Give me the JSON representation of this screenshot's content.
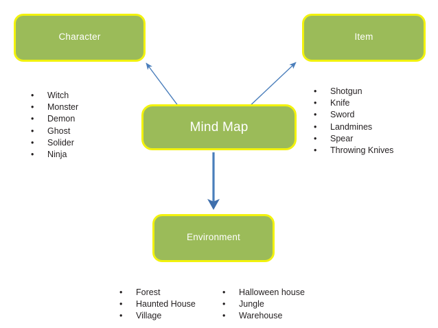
{
  "title": "Mind Map",
  "colors": {
    "node_fill": "#9BBB59",
    "node_border": "#F2F20D",
    "node_text": "#FFFFFF",
    "arrow_thin": "#4A7EBB",
    "arrow_thick": "#4A7EBB",
    "list_text": "#231F20",
    "background": "#FFFFFF"
  },
  "center": {
    "label": "Mind Map"
  },
  "branches": [
    {
      "id": "character",
      "label": "Character",
      "items": [
        "Witch",
        "Monster",
        "Demon",
        "Ghost",
        "Solider",
        "Ninja"
      ]
    },
    {
      "id": "item",
      "label": "Item",
      "items": [
        "Shotgun",
        "Knife",
        "Sword",
        "Landmines",
        "Spear",
        "Throwing Knives"
      ]
    },
    {
      "id": "environment",
      "label": "Environment",
      "items_left": [
        "Forest",
        "Haunted House",
        "Village"
      ],
      "items_right": [
        "Halloween house",
        "Jungle",
        "Warehouse"
      ]
    }
  ],
  "bullet_glyph": "•",
  "connectors": [
    {
      "name": "mindmap-to-character",
      "style": "thin-arrow",
      "direction": "up-left"
    },
    {
      "name": "mindmap-to-item",
      "style": "thin-arrow",
      "direction": "up-right"
    },
    {
      "name": "mindmap-to-environment",
      "style": "thick-arrow",
      "direction": "down"
    }
  ]
}
